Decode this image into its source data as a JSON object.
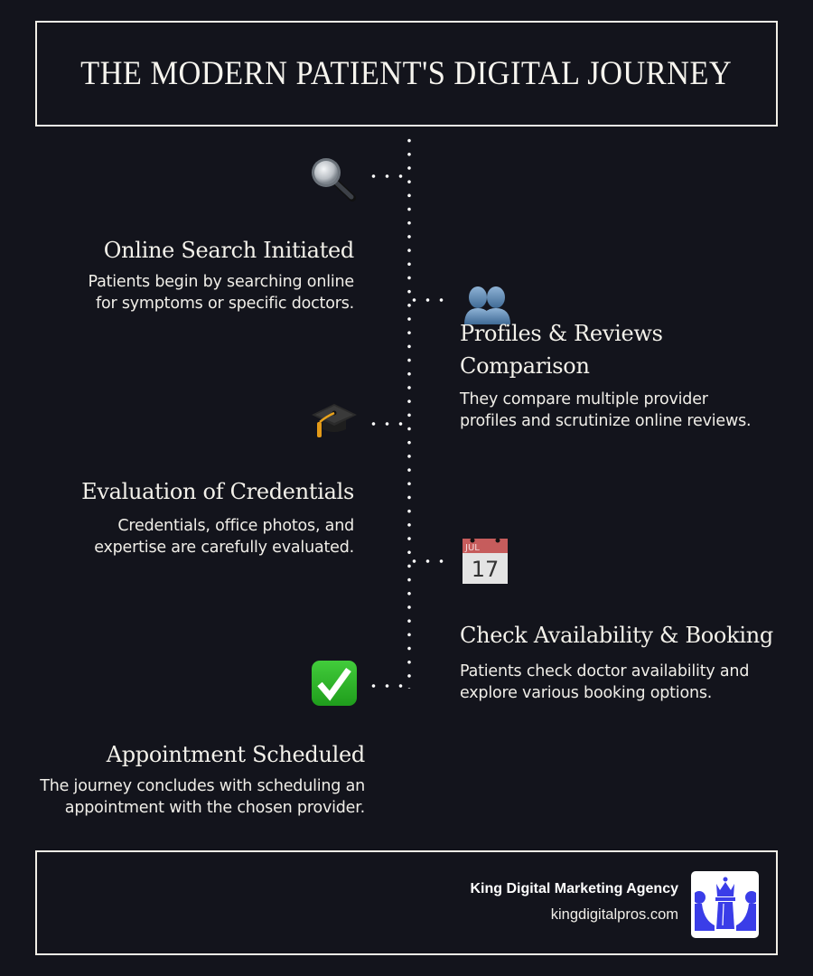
{
  "header": {
    "title": "THE MODERN PATIENT'S DIGITAL JOURNEY"
  },
  "steps": [
    {
      "icon": "magnifying-glass-icon",
      "side": "left",
      "title": "Online Search Initiated",
      "description_lines": [
        "Patients begin by searching online",
        "for symptoms or specific doctors."
      ]
    },
    {
      "icon": "people-silhouette-icon",
      "side": "right",
      "title_lines": [
        "Profiles & Reviews",
        "Comparison"
      ],
      "description_lines": [
        "They compare multiple provider",
        "profiles and scrutinize online reviews."
      ]
    },
    {
      "icon": "graduation-cap-icon",
      "side": "left",
      "title": "Evaluation of Credentials",
      "description_lines": [
        "Credentials, office photos, and",
        "expertise are carefully evaluated."
      ]
    },
    {
      "icon": "calendar-icon",
      "side": "right",
      "title": "Check Availability & Booking",
      "calendar_month": "JUL",
      "calendar_day": "17",
      "description_lines": [
        "Patients check doctor availability and",
        "explore various booking options."
      ]
    },
    {
      "icon": "check-mark-button-icon",
      "side": "left",
      "title": "Appointment Scheduled",
      "description_lines": [
        "The journey concludes with scheduling an",
        "appointment with the chosen provider."
      ]
    }
  ],
  "footer": {
    "agency_name": "King Digital Marketing Agency",
    "agency_url": "kingdigitalpros.com",
    "logo_icon": "king-chess-crown-logo",
    "logo_color": "#3a3de8"
  },
  "colors": {
    "background": "#13141c",
    "text": "#f3f1ea",
    "border": "#f2efe6",
    "logo_blue": "#3a3de8",
    "check_green": "#2fb52c",
    "calendar_red": "#c95a5a"
  }
}
